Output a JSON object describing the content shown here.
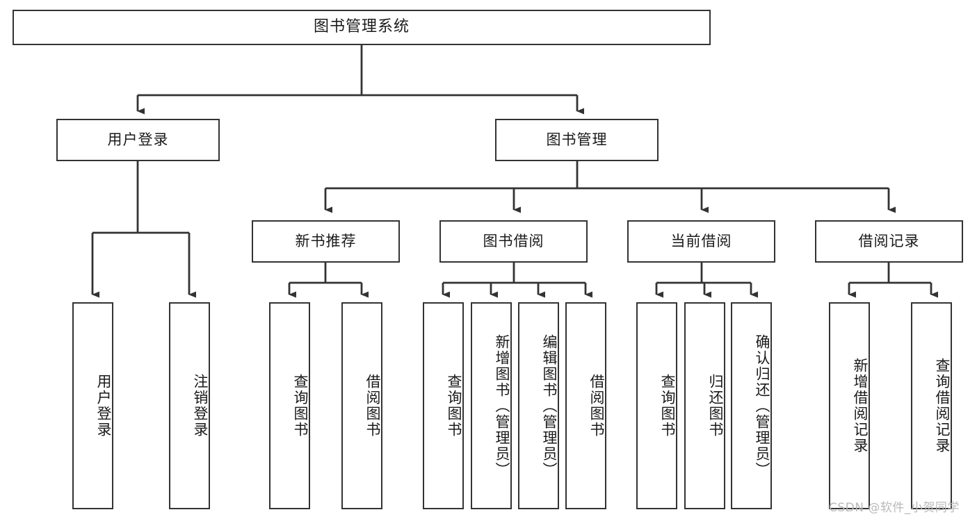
{
  "diagram": {
    "title": "图书管理系统",
    "watermark": "CSDN @软件_小贺同学",
    "stroke_color": "#333333",
    "background_color": "#ffffff",
    "text_color": "#1a1a1a",
    "watermark_color": "#b9b9b9",
    "root": {
      "label": "图书管理系统"
    },
    "level2": [
      {
        "label": "用户登录"
      },
      {
        "label": "图书管理"
      }
    ],
    "level3": [
      {
        "label": "新书推荐"
      },
      {
        "label": "图书借阅"
      },
      {
        "label": "当前借阅"
      },
      {
        "label": "借阅记录"
      }
    ],
    "leaves": {
      "user_login": [
        {
          "label": "用户登录"
        },
        {
          "label": "注销登录"
        }
      ],
      "new_book": [
        {
          "label": "查询图书"
        },
        {
          "label": "借阅图书"
        }
      ],
      "book_borrow": [
        {
          "label": "查询图书"
        },
        {
          "label": "新增图书（管理员）"
        },
        {
          "label": "编辑图书（管理员）"
        },
        {
          "label": "借阅图书"
        }
      ],
      "current_borrow": [
        {
          "label": "查询图书"
        },
        {
          "label": "归还图书"
        },
        {
          "label": "确认归还（管理员）"
        }
      ],
      "borrow_record": [
        {
          "label": "新增借阅记录"
        },
        {
          "label": "查询借阅记录"
        }
      ]
    }
  }
}
